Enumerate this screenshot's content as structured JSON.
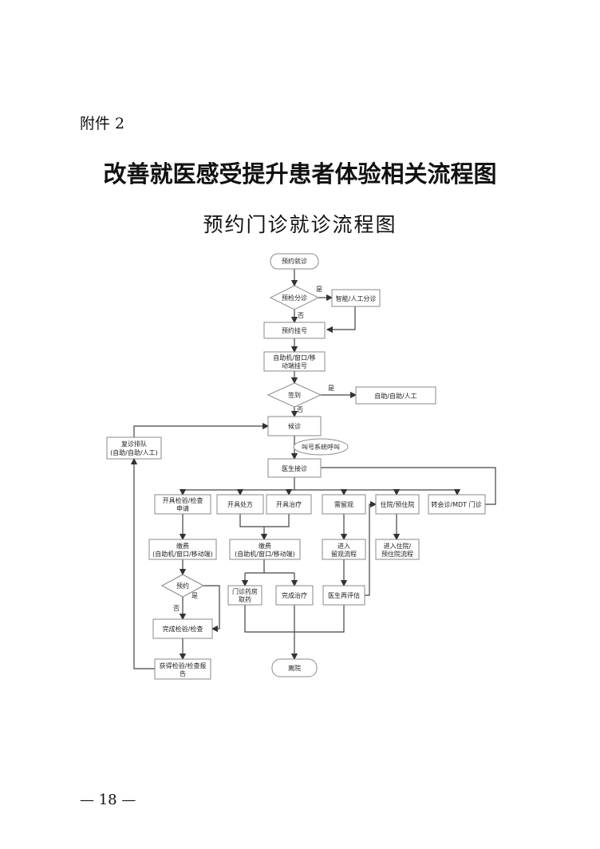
{
  "annex_label": "附件 2",
  "main_title": "改善就医感受提升患者体验相关流程图",
  "subtitle": "预约门诊就诊流程图",
  "flowchart": {
    "nodes": {
      "start": "预约就诊",
      "triage": "预检分诊",
      "smart": "智能/人工分诊",
      "register": "预约挂号",
      "kiosk1": "自助机/窗口/移",
      "kiosk2": "动端挂号",
      "checkin": "签到",
      "selfhelp": "自助/自助/人工",
      "wait": "候诊",
      "requeue1": "复诊排队",
      "requeue2": "(自助/自助/人工)",
      "call": "叫号系统呼叫",
      "doctor": "医生接诊",
      "exam1": "开具检验/检查",
      "exam2": "申请",
      "rx": "开具处方",
      "treat": "开具治疗",
      "observe": "需留观",
      "inpatient": "住院/预住院",
      "mdt": "转会诊/MDT 门诊",
      "pay1a": "缴费",
      "pay1b": "(自助机/窗口/移动端)",
      "pay2a": "缴费",
      "pay2b": "(自助机/窗口/移动端)",
      "obsflow1": "进入",
      "obsflow2": "留观流程",
      "inflow1": "进入住院/",
      "inflow2": "预住院流程",
      "appt": "预约",
      "pharm1": "门诊药房",
      "pharm2": "取药",
      "done_treat": "完成治疗",
      "reeval": "医生再评估",
      "done_exam": "完成检验/检查",
      "report1": "获得检验/检查报",
      "report2": "告",
      "leave": "离院"
    },
    "edge_labels": {
      "yes": "是",
      "no": "否"
    }
  },
  "page_number": "— 18 —"
}
